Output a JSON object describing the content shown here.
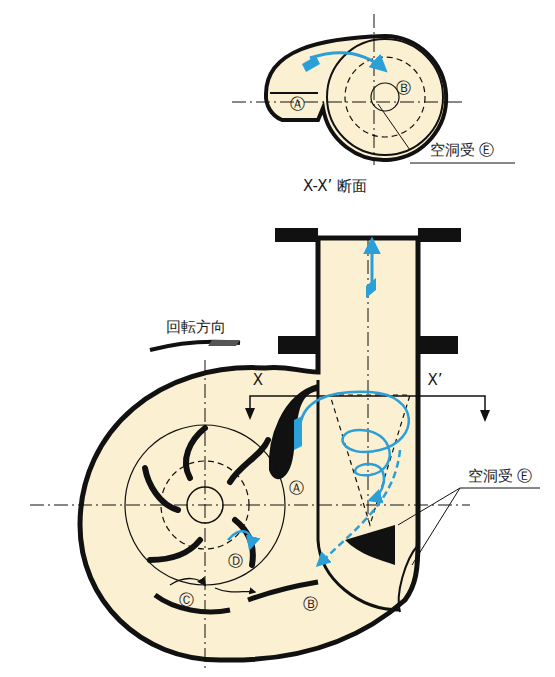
{
  "diagram": {
    "labels": [
      "Ⓐ",
      "Ⓑ",
      "空洞受 Ⓔ",
      "X-X’ 断面",
      "回転方向",
      "X",
      "X’",
      "Ⓐ",
      "Ⓓ",
      "Ⓒ",
      "Ⓑ",
      "空洞受 Ⓔ"
    ]
  }
}
